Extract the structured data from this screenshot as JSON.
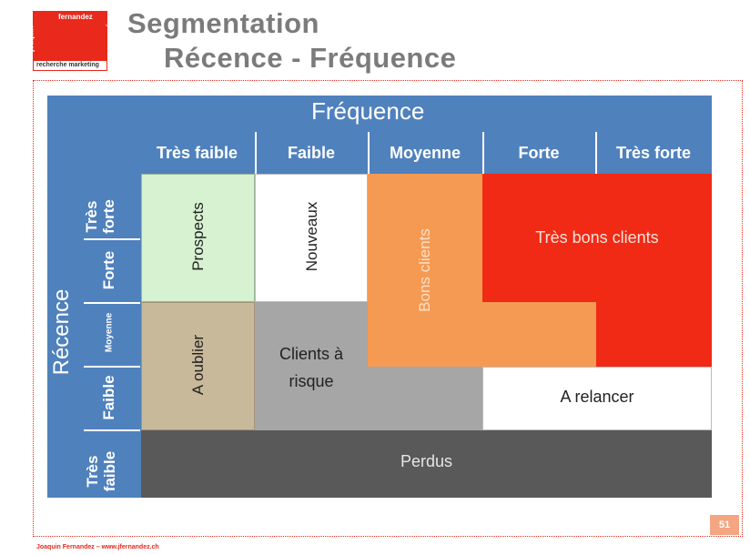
{
  "logo": {
    "top": "fernandez",
    "vertical": "joaquin",
    "side": "genève",
    "bottom": "recherche marketing"
  },
  "title_line1": "Segmentation",
  "title_line2": "Récence - Fréquence",
  "diagram": {
    "x_title": "Fréquence",
    "y_title": "Récence",
    "x_levels": [
      "Très faible",
      "Faible",
      "Moyenne",
      "Forte",
      "Très forte"
    ],
    "y_levels": [
      "Très forte",
      "Forte",
      "Moyenne",
      "Faible",
      "Très faible"
    ],
    "segments": {
      "prospects": "Prospects",
      "nouveaux": "Nouveaux",
      "bons_clients": "Bons clients",
      "tres_bons_clients": "Très bons clients",
      "a_oublier": "A oublier",
      "clients_a_risque": "Clients à risque",
      "a_relancer": "A relancer",
      "perdus": "Perdus"
    },
    "colors": {
      "header": "#4f81bd",
      "prospects": "#d6f2d0",
      "nouveaux": "#ffffff",
      "bons_clients": "#f59a52",
      "tres_bons_clients": "#f02a14",
      "a_oublier": "#c8b99a",
      "clients_a_risque": "#a6a6a6",
      "a_relancer": "#ffffff",
      "perdus": "#595959"
    }
  },
  "page_number": "51",
  "footer": "Joaquin Fernandez – www.jfernandez.ch"
}
